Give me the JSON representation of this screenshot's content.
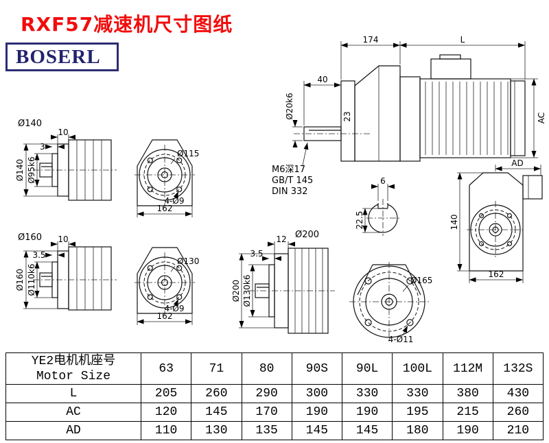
{
  "page": {
    "title": "RXF57减速机尺寸图纸",
    "logo": "BOSERL"
  },
  "views": {
    "v140": {
      "name": "Ø140",
      "t1": "10",
      "t2": "3",
      "d1": "Ø140",
      "d2": "Ø95k6",
      "bolt_circle": "Ø115",
      "holes": "4-Ø9",
      "width": "162"
    },
    "v160": {
      "name": "Ø160",
      "t1": "10",
      "t2": "3.5",
      "d1": "Ø160",
      "d2": "Ø110k6",
      "bolt_circle": "Ø130",
      "holes": "4-Ø9",
      "width": "162"
    },
    "v200": {
      "name": "Ø200",
      "t1": "12",
      "t2": "3.5",
      "d1": "Ø200",
      "d2": "Ø130k6",
      "bolt_circle": "Ø165",
      "holes": "4-Ø11"
    },
    "main": {
      "gearbox_length": "174",
      "motor_length": "L",
      "shaft_length": "40",
      "shaft_dia": "Ø20k6",
      "flange_dim": "23",
      "motor_height": "AC",
      "tap_note": "M6深17",
      "std_note1": "GB/T 145",
      "std_note2": "DIN 332",
      "key_width": "6",
      "key_depth": "22.5",
      "side_top": "AD",
      "side_height": "140",
      "side_width": "162"
    }
  },
  "table": {
    "header_line1": "YE2电机机座号",
    "header_line2": "Motor Size",
    "sizes": [
      "63",
      "71",
      "80",
      "90S",
      "90L",
      "100L",
      "112M",
      "132S"
    ],
    "rows": [
      {
        "label": "L",
        "values": [
          "205",
          "260",
          "290",
          "300",
          "330",
          "330",
          "380",
          "430"
        ]
      },
      {
        "label": "AC",
        "values": [
          "120",
          "145",
          "170",
          "190",
          "190",
          "195",
          "215",
          "260"
        ]
      },
      {
        "label": "AD",
        "values": [
          "110",
          "130",
          "135",
          "145",
          "145",
          "180",
          "190",
          "210"
        ]
      }
    ]
  }
}
